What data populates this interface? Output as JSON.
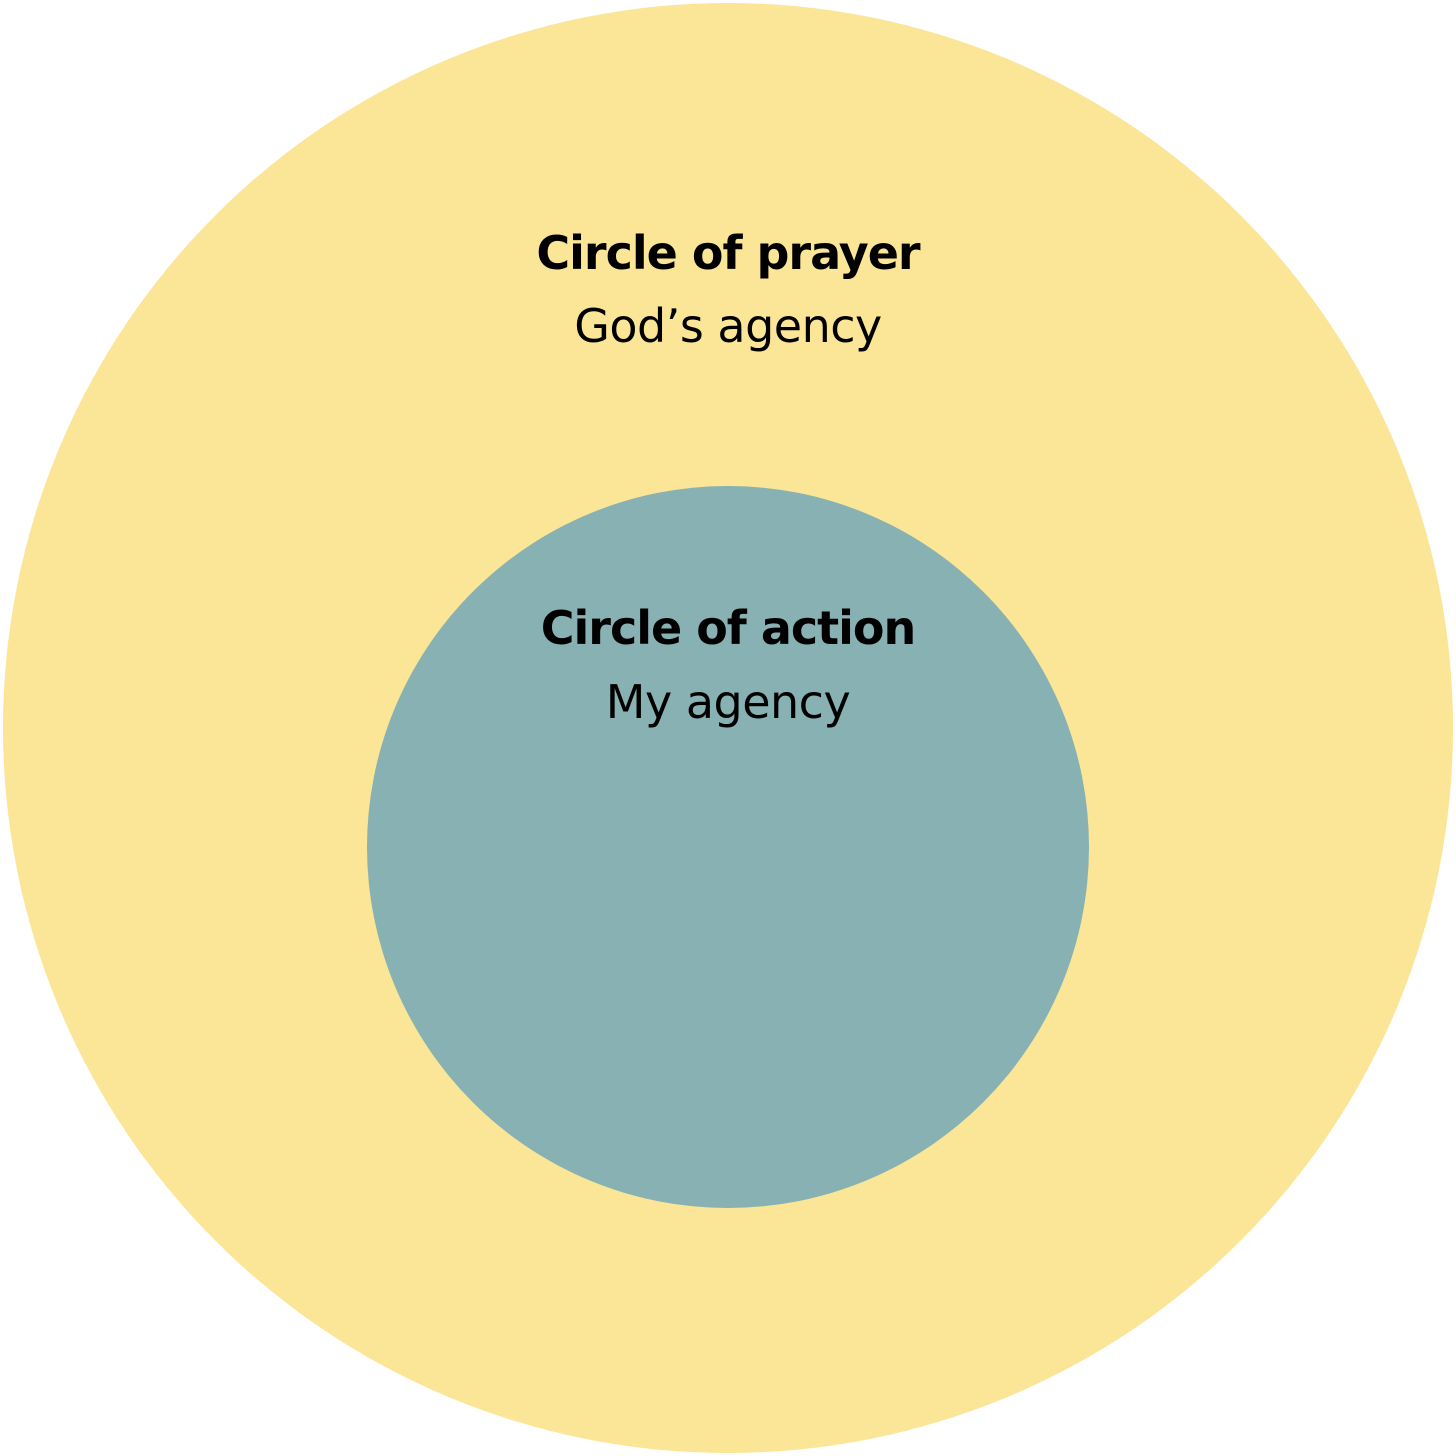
{
  "outer": {
    "title": "Circle of prayer",
    "subtitle": "God’s agency",
    "color": "#FBE596"
  },
  "inner": {
    "title": "Circle of action",
    "subtitle": "My agency",
    "color": "#87B1B3"
  }
}
